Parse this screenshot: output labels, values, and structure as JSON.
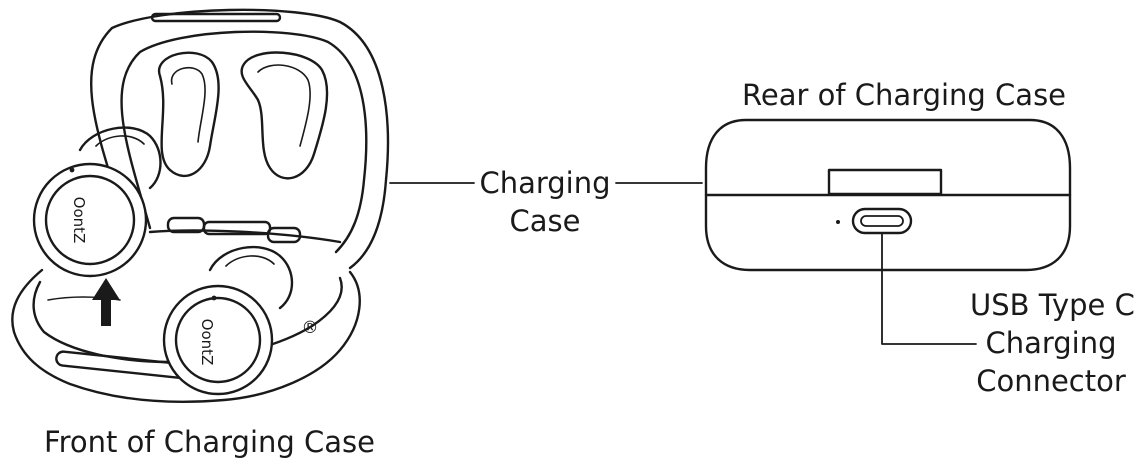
{
  "labels": {
    "rear": "Rear of Charging Case",
    "front": "Front of Charging Case",
    "charging_case": [
      "Charging",
      "Case"
    ],
    "usb_connector": [
      "USB Type C",
      "Charging",
      "Connector"
    ]
  },
  "brand": {
    "logo_text": "OontZ",
    "registered_mark": "®"
  },
  "colors": {
    "ink": "#1a1a1a",
    "background": "#ffffff"
  }
}
